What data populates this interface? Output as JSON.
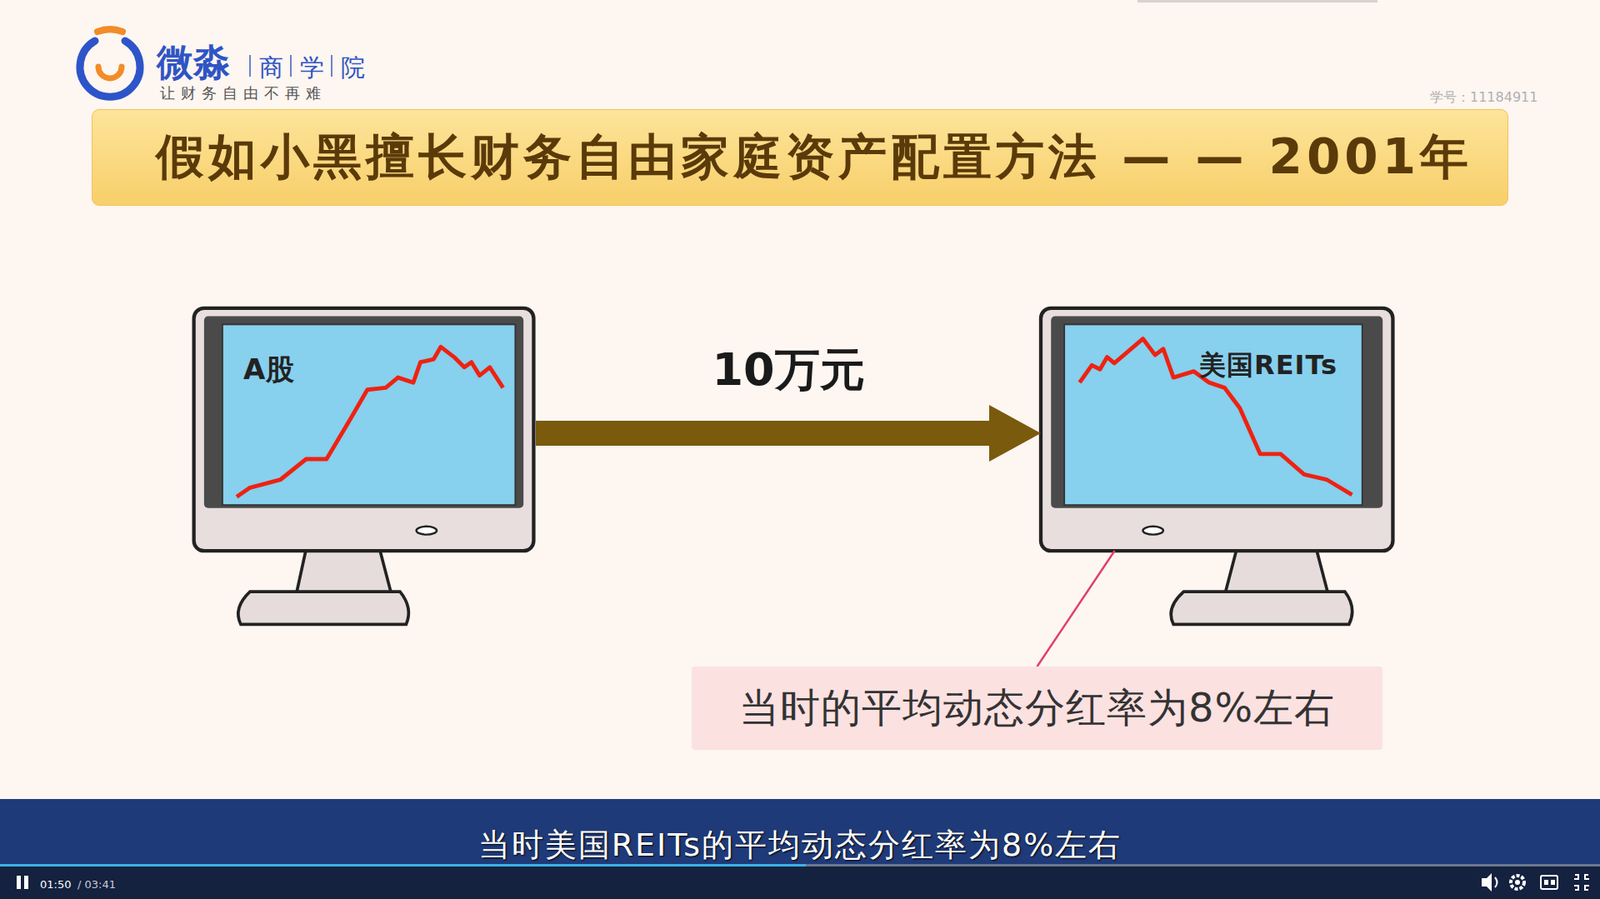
{
  "diagram": {
    "title": "假如小黑擅长财务自由家庭资产配置方法 — — 2001年",
    "caption": "当时美国REITs的平均动态分红率为8%左右",
    "nodes": [
      {
        "text": [
          "A股"
        ]
      },
      {
        "text": [
          "美国REITs"
        ]
      },
      {
        "text": [
          "当时的平均动态分红率为8%左右"
        ]
      }
    ],
    "edges": [
      {
        "from": 0,
        "to": 1,
        "label": "10万元",
        "arrow": "to"
      },
      {
        "from": 2,
        "to": 1,
        "arrow": "none"
      }
    ],
    "labels": [
      "微淼",
      "商",
      "学",
      "院",
      "让财务自由不再难",
      "学号：11184911",
      "01:50",
      "/ 03:41"
    ]
  }
}
